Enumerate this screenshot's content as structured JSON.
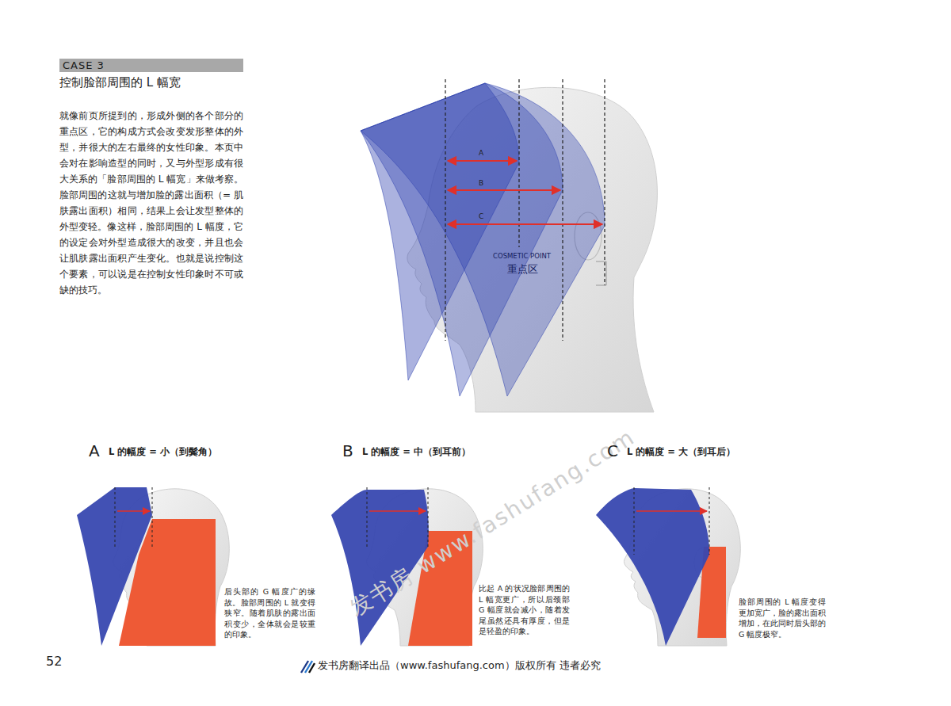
{
  "diagram": {
    "title": "控制脸部周围的 L 幅宽",
    "nodes": [
      {
        "text": [
          "CASE 3"
        ]
      }
    ],
    "labels": [
      "A",
      "B",
      "C",
      "COSMETIC POINT",
      "重点区",
      "A",
      "L 的幅度 = 小（到鬓角）",
      "后头部的 G 幅度广的缘故。脸部周围的 L 就变得狭窄。随着肌肤的露出面积变少，全体就会是较重的印象。",
      "B",
      "L 的幅度 = 中（到耳前）",
      "比起 A 的状况脸部周围的 L 幅宽更广，所以后颈部 G 幅度就会减小，随着发尾虽然还具有厚度，但是是轻盈的印象。",
      "C",
      "L 的幅度 = 大（到耳后）",
      "脸部周围的 L 幅度变得更加宽广，脸的露出面积增加，在此同时后头部的 G 幅度极窄。",
      "就像前页所提到的，形成外侧的各个部分的重点区，它的构成方式会改变发形整体的外型，并很大的左右最终的女性印象。本页中会对在影响造型的同时，又与外型形成有很大关系的「脸部周围的 L 幅宽」来做考察。脸部周围的这就与增加脸的露出面积（= 肌肤露出面积）相同，结果上会让发型整体的外型变轻。像这样，脸部周围的 L 幅度，它的设定会对外型造成很大的改变，并且也会让肌肤露出面积产生变化。也就是说控制这个要素，可以说是在控制女性印象时不可或缺的技巧。",
      "52",
      "发书房翻译出品（www.fashufang.com）版权所有 违者必究",
      "发书房 www.fashufang.com"
    ]
  }
}
